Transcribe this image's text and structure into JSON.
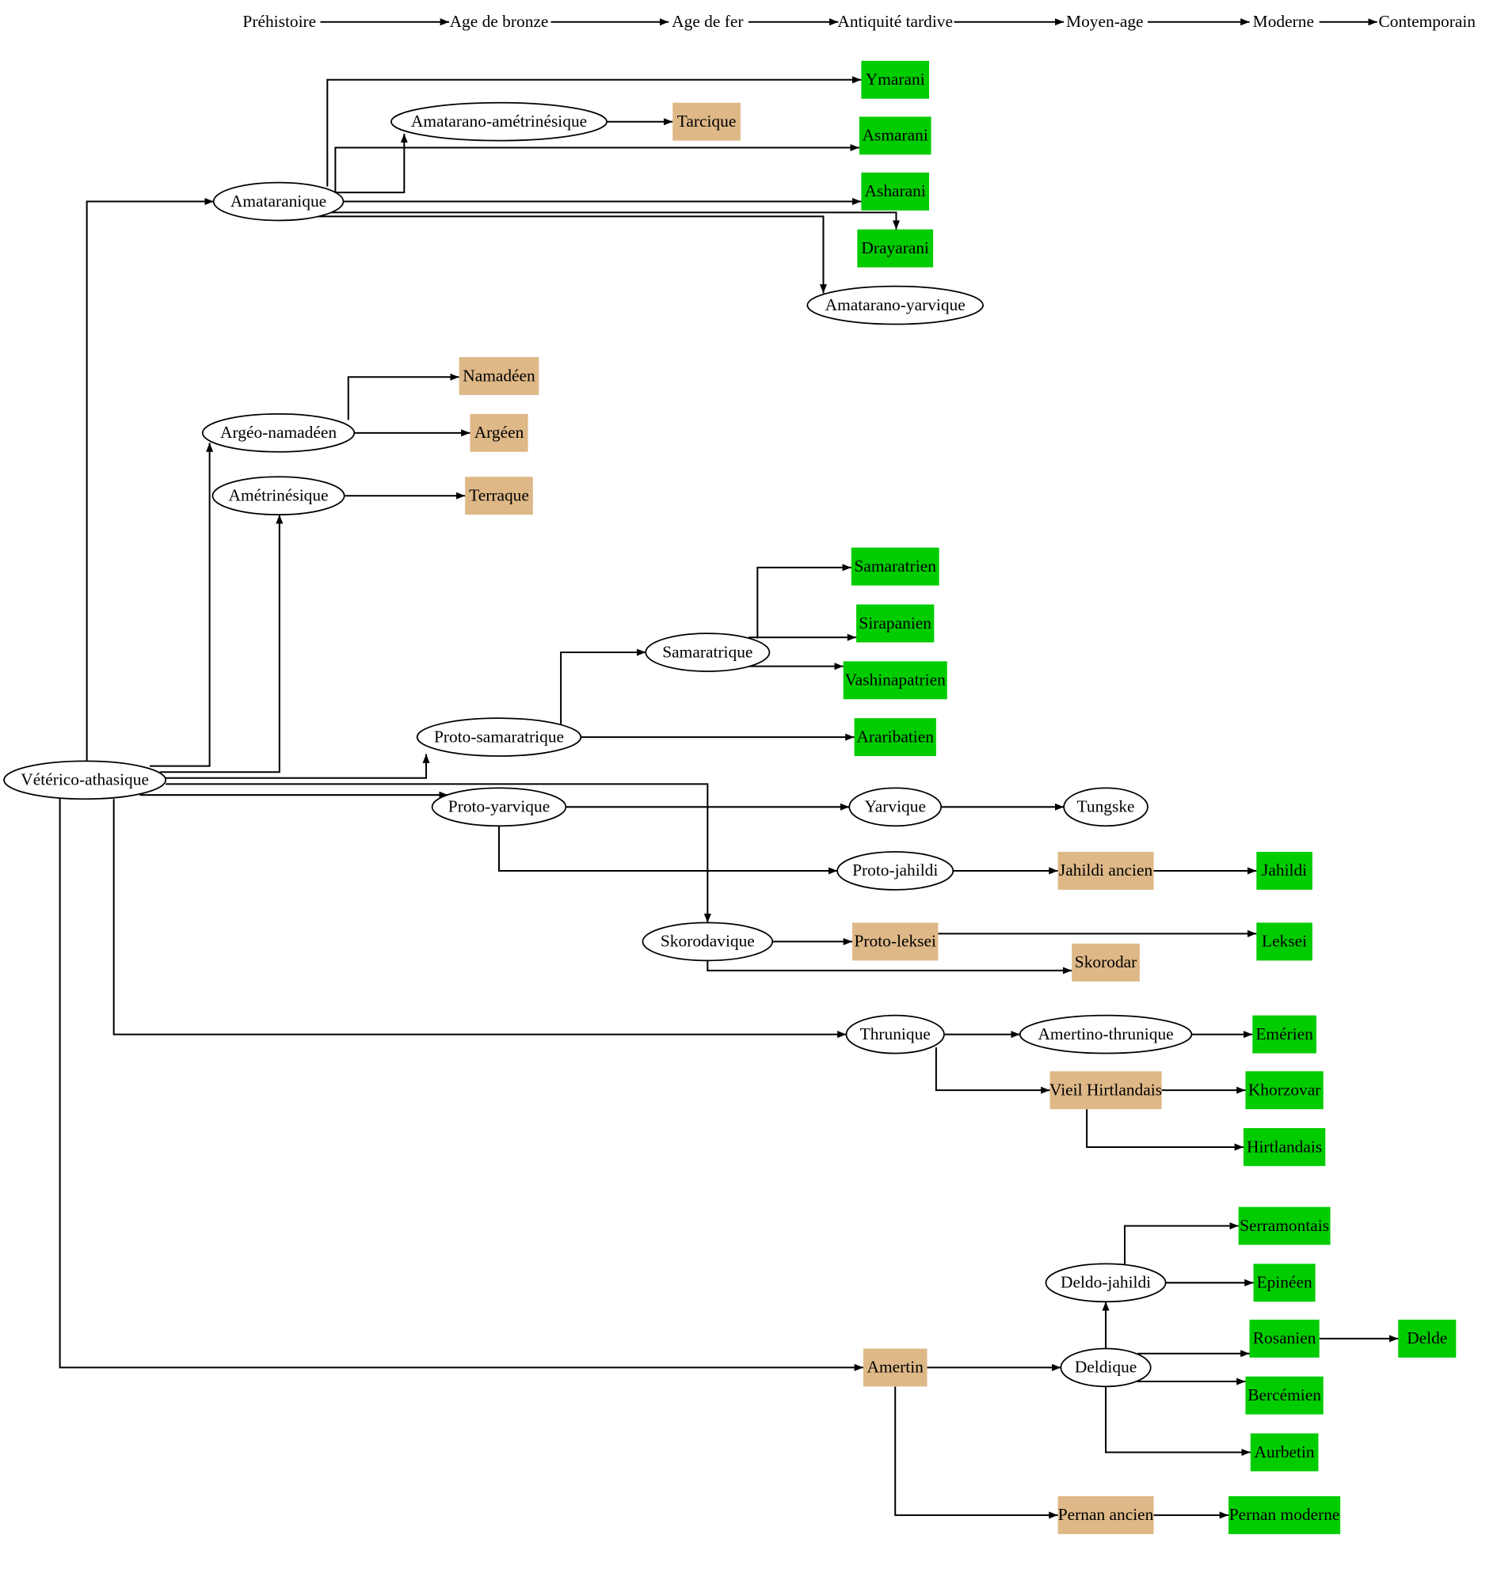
{
  "colors": {
    "living_language": "#00cc00",
    "historical_language": "#deb887",
    "proto_language_fill": "#ffffff",
    "edge": "#000000"
  },
  "timeline": {
    "periods": [
      "Préhistoire",
      "Age de bronze",
      "Age de fer",
      "Antiquité tardive",
      "Moyen-age",
      "Moderne",
      "Contemporain"
    ]
  },
  "nodes": [
    {
      "id": "veterico",
      "label": "Vétérico-athasique",
      "kind": "proto"
    },
    {
      "id": "amataranique",
      "label": "Amataranique",
      "kind": "proto"
    },
    {
      "id": "amat_ametr",
      "label": "Amatarano-amétrinésique",
      "kind": "proto"
    },
    {
      "id": "tarcique",
      "label": "Tarcique",
      "kind": "historical"
    },
    {
      "id": "ymarani",
      "label": "Ymarani",
      "kind": "living"
    },
    {
      "id": "asmarani",
      "label": "Asmarani",
      "kind": "living"
    },
    {
      "id": "asharani",
      "label": "Asharani",
      "kind": "living"
    },
    {
      "id": "drayarani",
      "label": "Drayarani",
      "kind": "living"
    },
    {
      "id": "amat_yarv",
      "label": "Amatarano-yarvique",
      "kind": "proto"
    },
    {
      "id": "argeo",
      "label": "Argéo-namadéen",
      "kind": "proto"
    },
    {
      "id": "namadeen",
      "label": "Namadéen",
      "kind": "historical"
    },
    {
      "id": "argeen",
      "label": "Argéen",
      "kind": "historical"
    },
    {
      "id": "ametr",
      "label": "Amétrinésique",
      "kind": "proto"
    },
    {
      "id": "terraque",
      "label": "Terraque",
      "kind": "historical"
    },
    {
      "id": "samaratrique",
      "label": "Samaratrique",
      "kind": "proto"
    },
    {
      "id": "samaratrien",
      "label": "Samaratrien",
      "kind": "living"
    },
    {
      "id": "sirapanien",
      "label": "Sirapanien",
      "kind": "living"
    },
    {
      "id": "vashinapatrien",
      "label": "Vashinapatrien",
      "kind": "living"
    },
    {
      "id": "proto_samar",
      "label": "Proto-samaratrique",
      "kind": "proto"
    },
    {
      "id": "araribatien",
      "label": "Araribatien",
      "kind": "living"
    },
    {
      "id": "proto_yarv",
      "label": "Proto-yarvique",
      "kind": "proto"
    },
    {
      "id": "yarvique",
      "label": "Yarvique",
      "kind": "proto"
    },
    {
      "id": "tungske",
      "label": "Tungske",
      "kind": "proto"
    },
    {
      "id": "proto_jahildi",
      "label": "Proto-jahildi",
      "kind": "proto"
    },
    {
      "id": "jahildi_ancien",
      "label": "Jahildi ancien",
      "kind": "historical"
    },
    {
      "id": "jahildi",
      "label": "Jahildi",
      "kind": "living"
    },
    {
      "id": "skorodavique",
      "label": "Skorodavique",
      "kind": "proto"
    },
    {
      "id": "proto_leksei",
      "label": "Proto-leksei",
      "kind": "historical"
    },
    {
      "id": "leksei",
      "label": "Leksei",
      "kind": "living"
    },
    {
      "id": "skorodar",
      "label": "Skorodar",
      "kind": "historical"
    },
    {
      "id": "thrunique",
      "label": "Thrunique",
      "kind": "proto"
    },
    {
      "id": "amertino_thr",
      "label": "Amertino-thrunique",
      "kind": "proto"
    },
    {
      "id": "emerien",
      "label": "Emérien",
      "kind": "living"
    },
    {
      "id": "vieil_hirt",
      "label": "Vieil Hirtlandais",
      "kind": "historical"
    },
    {
      "id": "khorzovar",
      "label": "Khorzovar",
      "kind": "living"
    },
    {
      "id": "hirtlandais",
      "label": "Hirtlandais",
      "kind": "living"
    },
    {
      "id": "deldo_jahildi",
      "label": "Deldo-jahildi",
      "kind": "proto"
    },
    {
      "id": "serramontais",
      "label": "Serramontais",
      "kind": "living"
    },
    {
      "id": "epineen",
      "label": "Epinéen",
      "kind": "living"
    },
    {
      "id": "amertin",
      "label": "Amertin",
      "kind": "historical"
    },
    {
      "id": "deldique",
      "label": "Deldique",
      "kind": "proto"
    },
    {
      "id": "rosanien",
      "label": "Rosanien",
      "kind": "living"
    },
    {
      "id": "delde",
      "label": "Delde",
      "kind": "living"
    },
    {
      "id": "bercemien",
      "label": "Bercémien",
      "kind": "living"
    },
    {
      "id": "aurbetin",
      "label": "Aurbetin",
      "kind": "living"
    },
    {
      "id": "pernan_ancien",
      "label": "Pernan ancien",
      "kind": "historical"
    },
    {
      "id": "pernan_moderne",
      "label": "Pernan moderne",
      "kind": "living"
    }
  ],
  "edges": [
    [
      "veterico",
      "amataranique"
    ],
    [
      "veterico",
      "argeo"
    ],
    [
      "veterico",
      "ametr"
    ],
    [
      "veterico",
      "proto_samar"
    ],
    [
      "veterico",
      "skorodavique"
    ],
    [
      "veterico",
      "proto_yarv"
    ],
    [
      "veterico",
      "thrunique"
    ],
    [
      "veterico",
      "amertin"
    ],
    [
      "amataranique",
      "ymarani"
    ],
    [
      "amataranique",
      "amat_ametr"
    ],
    [
      "amataranique",
      "asmarani"
    ],
    [
      "amataranique",
      "asharani"
    ],
    [
      "amataranique",
      "drayarani"
    ],
    [
      "amataranique",
      "amat_yarv"
    ],
    [
      "amat_ametr",
      "tarcique"
    ],
    [
      "argeo",
      "namadeen"
    ],
    [
      "argeo",
      "argeen"
    ],
    [
      "ametr",
      "terraque"
    ],
    [
      "proto_samar",
      "samaratrique"
    ],
    [
      "proto_samar",
      "araribatien"
    ],
    [
      "samaratrique",
      "samaratrien"
    ],
    [
      "samaratrique",
      "sirapanien"
    ],
    [
      "samaratrique",
      "vashinapatrien"
    ],
    [
      "proto_yarv",
      "yarvique"
    ],
    [
      "proto_yarv",
      "proto_jahildi"
    ],
    [
      "yarvique",
      "tungske"
    ],
    [
      "proto_jahildi",
      "jahildi_ancien"
    ],
    [
      "jahildi_ancien",
      "jahildi"
    ],
    [
      "skorodavique",
      "proto_leksei"
    ],
    [
      "skorodavique",
      "skorodar"
    ],
    [
      "proto_leksei",
      "leksei"
    ],
    [
      "thrunique",
      "amertino_thr"
    ],
    [
      "thrunique",
      "vieil_hirt"
    ],
    [
      "amertino_thr",
      "emerien"
    ],
    [
      "vieil_hirt",
      "khorzovar"
    ],
    [
      "vieil_hirt",
      "hirtlandais"
    ],
    [
      "amertin",
      "deldique"
    ],
    [
      "amertin",
      "pernan_ancien"
    ],
    [
      "pernan_ancien",
      "pernan_moderne"
    ],
    [
      "deldique",
      "deldo_jahildi"
    ],
    [
      "deldique",
      "rosanien"
    ],
    [
      "deldique",
      "bercemien"
    ],
    [
      "deldique",
      "aurbetin"
    ],
    [
      "deldo_jahildi",
      "serramontais"
    ],
    [
      "deldo_jahildi",
      "epineen"
    ],
    [
      "rosanien",
      "delde"
    ]
  ]
}
